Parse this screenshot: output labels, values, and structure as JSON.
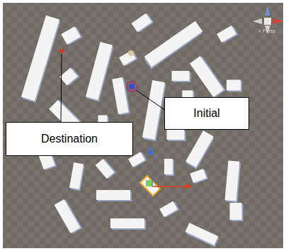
{
  "diagram": {
    "nodes": [
      {
        "text": [
          "Initial"
        ]
      },
      {
        "text": [
          "Destination"
        ]
      }
    ],
    "labels": [
      "< Persp"
    ]
  }
}
